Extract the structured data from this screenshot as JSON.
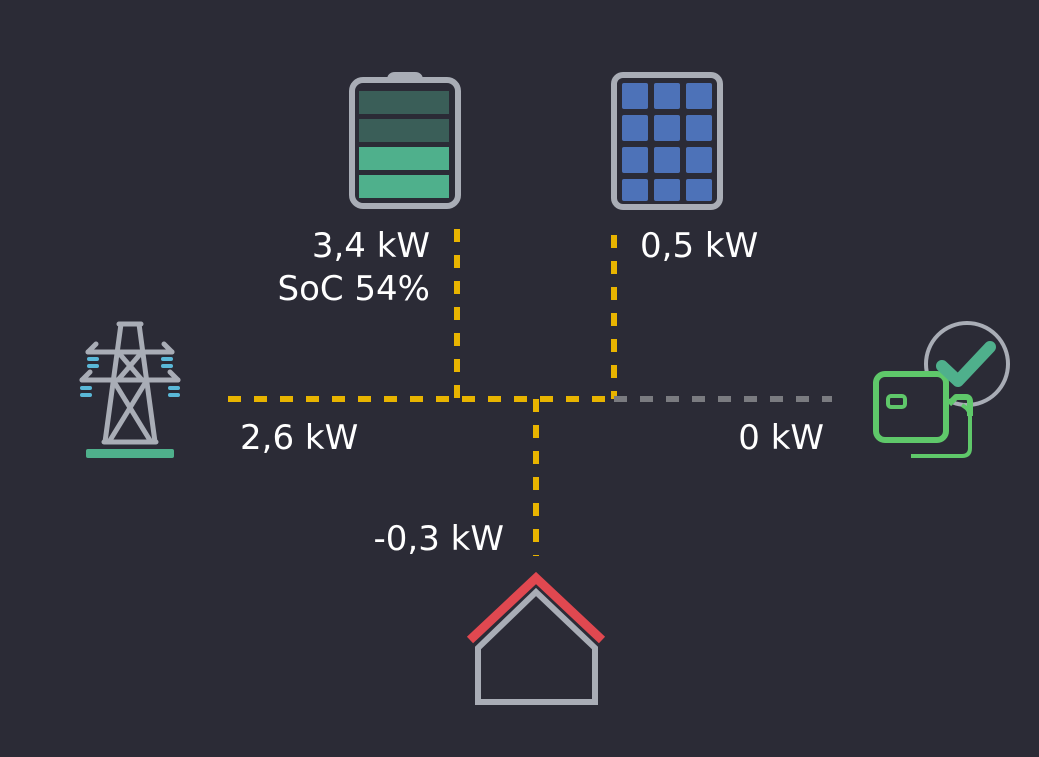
{
  "battery": {
    "power": "3,4 kW",
    "soc": "SoC 54%",
    "soc_percent": 54,
    "icon": "battery-icon"
  },
  "solar": {
    "power": "0,5 kW",
    "icon": "solar-panel-icon"
  },
  "grid": {
    "power": "2,6 kW",
    "icon": "power-tower-icon"
  },
  "wallbox": {
    "power": "0 kW",
    "status": "connected",
    "icon": "ev-charger-icon"
  },
  "house": {
    "power": "-0,3 kW",
    "icon": "house-icon"
  },
  "colors": {
    "background": "#2b2b36",
    "active_flow": "#e8b400",
    "inactive_flow": "#7a7b80",
    "battery_full": "#4fb08c",
    "battery_empty": "#3a5e58",
    "solar_cell": "#4d72b8",
    "wallbox": "#5fc86a",
    "roof": "#e04850",
    "outline": "#a9adb6",
    "grid_base": "#4fb08c",
    "grid_accent": "#5ab8d8"
  }
}
